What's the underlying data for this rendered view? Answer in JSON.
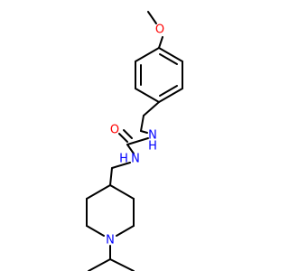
{
  "molecule": {
    "atoms": {
      "methoxy_oxygen": "O",
      "carbonyl_oxygen": "O",
      "amide_nitrogen_upper": "N",
      "amide_nitrogen_lower": "N",
      "piperidine_nitrogen": "N"
    },
    "hydrogens": {
      "amide_nitrogen_upper": "H",
      "amide_nitrogen_lower": "H"
    },
    "colors": {
      "oxygen": "#ff0000",
      "nitrogen": "#0000ff",
      "bond": "#000000"
    }
  }
}
